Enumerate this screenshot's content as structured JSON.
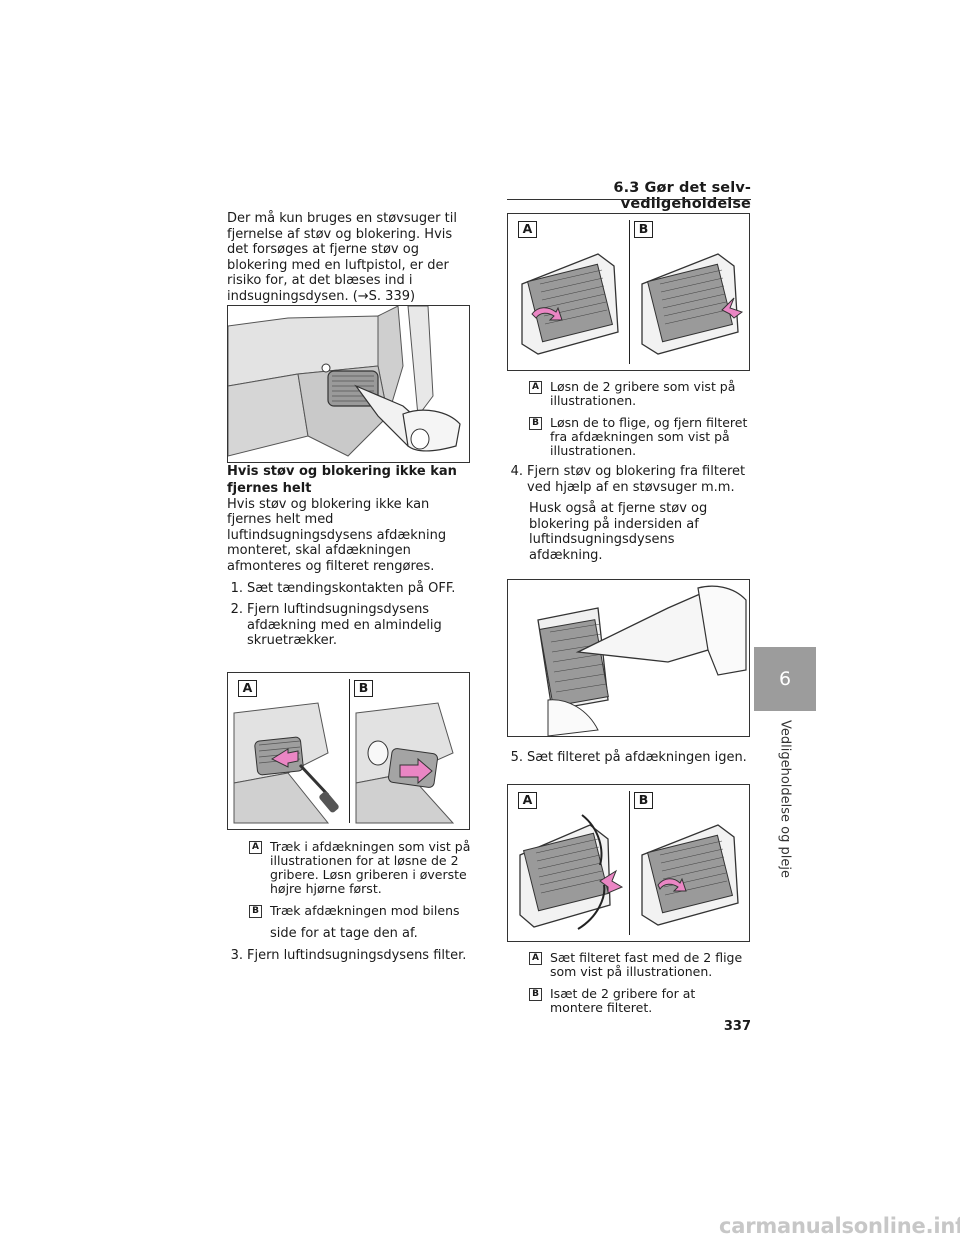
{
  "header": {
    "section": "6.3 Gør det selv-vedligeholdelse"
  },
  "left": {
    "intro": "Der må kun bruges en støvsuger til fjernelse af støv og blokering. Hvis det forsøges at fjerne støv og blokering med en luftpistol, er der risiko for, at det blæses ind i indsugningsdysen. (→S. 339)",
    "subhead": "Hvis støv og blokering ikke kan fjernes helt",
    "para": "Hvis støv og blokering ikke kan fjernes helt med luftindsugningsdysens afdækning monteret, skal afdækningen afmonteres og filteret rengøres.",
    "steps": [
      {
        "num": "1.",
        "text": "Sæt tændingskontakten på OFF."
      },
      {
        "num": "2.",
        "text": "Fjern luftindsugningsdysens afdækning med en almindelig skruetrækker."
      }
    ],
    "fig_labels": [
      "A",
      "B"
    ],
    "subs": [
      {
        "label": "A",
        "text": "Træk i afdækningen som vist på illustrationen for at løsne de 2 gribere. Løsn griberen i øverste højre hjørne først."
      },
      {
        "label": "B",
        "text": "Træk afdækningen mod bilens"
      }
    ],
    "sub_cont": "side for at tage den af.",
    "step3": {
      "num": "3.",
      "text": "Fjern luftindsugningsdysens filter."
    }
  },
  "right": {
    "fig1_labels": [
      "A",
      "B"
    ],
    "subs1": [
      {
        "label": "A",
        "text": "Løsn de 2 gribere som vist på illustrationen."
      },
      {
        "label": "B",
        "text": "Løsn de to flige, og fjern filteret fra afdækningen som vist på illustrationen."
      }
    ],
    "step4": {
      "num": "4.",
      "text": "Fjern støv og blokering fra filteret ved hjælp af en støvsuger m.m."
    },
    "note4": "Husk også at fjerne støv og blokering på indersiden af luftindsugningsdysens afdækning.",
    "step5": {
      "num": "5.",
      "text": "Sæt filteret på afdækningen igen."
    },
    "fig3_labels": [
      "A",
      "B"
    ],
    "subs3": [
      {
        "label": "A",
        "text": "Sæt filteret fast med de 2 flige som vist på illustrationen."
      },
      {
        "label": "B",
        "text": "Isæt de 2 gribere for at montere filteret."
      }
    ]
  },
  "tab": {
    "number": "6",
    "title": "Vedligeholdelse og pleje"
  },
  "page_number": "337",
  "watermark": "carmanualsonline.info"
}
